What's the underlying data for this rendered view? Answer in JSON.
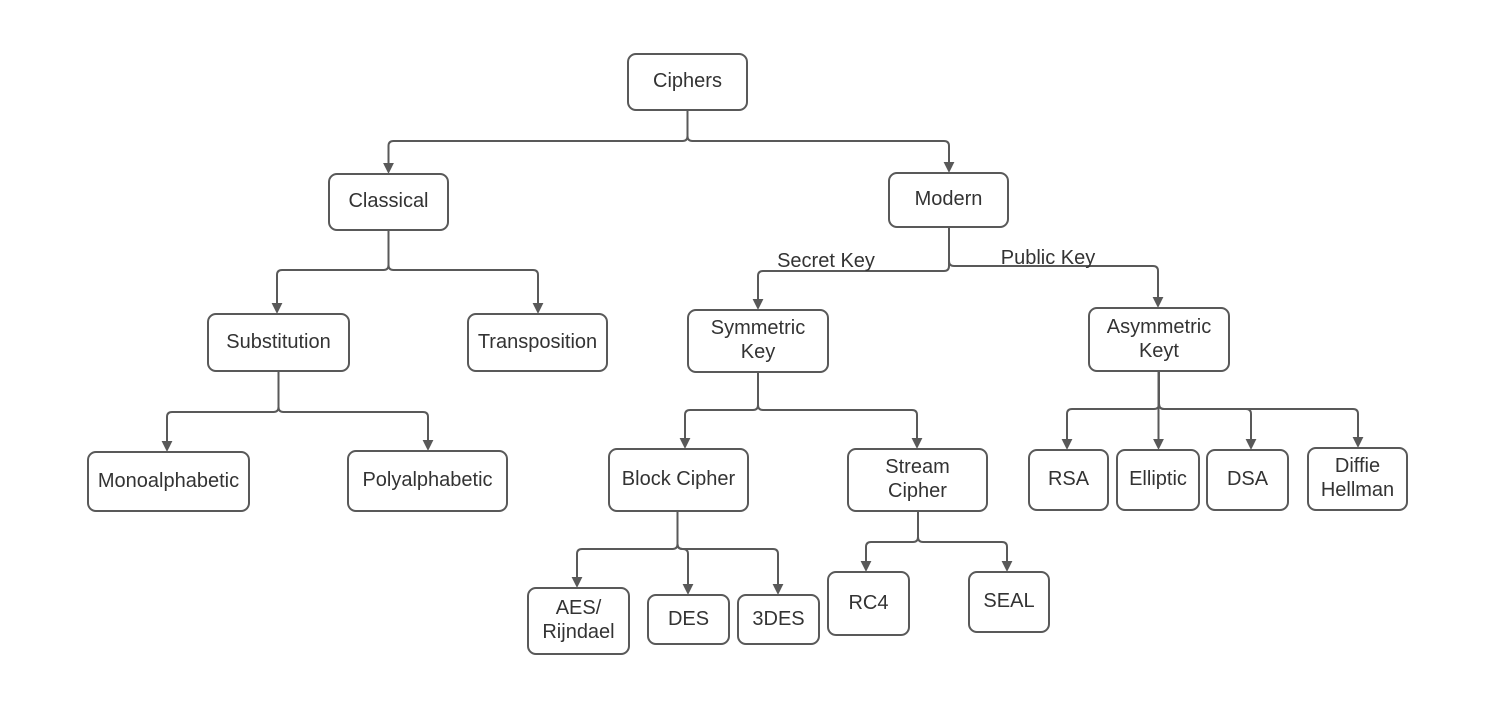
{
  "diagram": {
    "colors": {
      "background": "#ffffff",
      "node_border": "#595959",
      "connector": "#595959",
      "text": "#333333"
    },
    "nodes": {
      "ciphers": {
        "label": "Ciphers"
      },
      "classical": {
        "label": "Classical"
      },
      "modern": {
        "label": "Modern"
      },
      "substitution": {
        "label": "Substitution"
      },
      "transposition": {
        "label": "Transposition"
      },
      "symmetric_key": {
        "label": "Symmetric\nKey"
      },
      "asymmetric_key": {
        "label": "Asymmetric\nKeyt"
      },
      "monoalphabetic": {
        "label": "Monoalphabetic"
      },
      "polyalphabetic": {
        "label": "Polyalphabetic"
      },
      "block_cipher": {
        "label": "Block Cipher"
      },
      "stream_cipher": {
        "label": "Stream\nCipher"
      },
      "rsa": {
        "label": "RSA"
      },
      "elliptic": {
        "label": "Elliptic"
      },
      "dsa": {
        "label": "DSA"
      },
      "diffie_hellman": {
        "label": "Diffie\nHellman"
      },
      "aes_rijndael": {
        "label": "AES/\nRijndael"
      },
      "des": {
        "label": "DES"
      },
      "3des": {
        "label": "3DES"
      },
      "rc4": {
        "label": "RC4"
      },
      "seal": {
        "label": "SEAL"
      }
    },
    "edge_labels": {
      "secret_key": "Secret Key",
      "public_key": "Public Key"
    },
    "edges": [
      {
        "from": "Ciphers",
        "to": "Classical"
      },
      {
        "from": "Ciphers",
        "to": "Modern"
      },
      {
        "from": "Classical",
        "to": "Substitution"
      },
      {
        "from": "Classical",
        "to": "Transposition"
      },
      {
        "from": "Substitution",
        "to": "Monoalphabetic"
      },
      {
        "from": "Substitution",
        "to": "Polyalphabetic"
      },
      {
        "from": "Modern",
        "to": "Symmetric Key",
        "label": "Secret Key"
      },
      {
        "from": "Modern",
        "to": "Asymmetric Keyt",
        "label": "Public Key"
      },
      {
        "from": "Symmetric Key",
        "to": "Block Cipher"
      },
      {
        "from": "Symmetric Key",
        "to": "Stream Cipher"
      },
      {
        "from": "Block Cipher",
        "to": "AES/ Rijndael"
      },
      {
        "from": "Block Cipher",
        "to": "DES"
      },
      {
        "from": "Block Cipher",
        "to": "3DES"
      },
      {
        "from": "Stream Cipher",
        "to": "RC4"
      },
      {
        "from": "Stream Cipher",
        "to": "SEAL"
      },
      {
        "from": "Asymmetric Keyt",
        "to": "RSA"
      },
      {
        "from": "Asymmetric Keyt",
        "to": "Elliptic"
      },
      {
        "from": "Asymmetric Keyt",
        "to": "DSA"
      },
      {
        "from": "Asymmetric Keyt",
        "to": "Diffie Hellman"
      }
    ]
  }
}
